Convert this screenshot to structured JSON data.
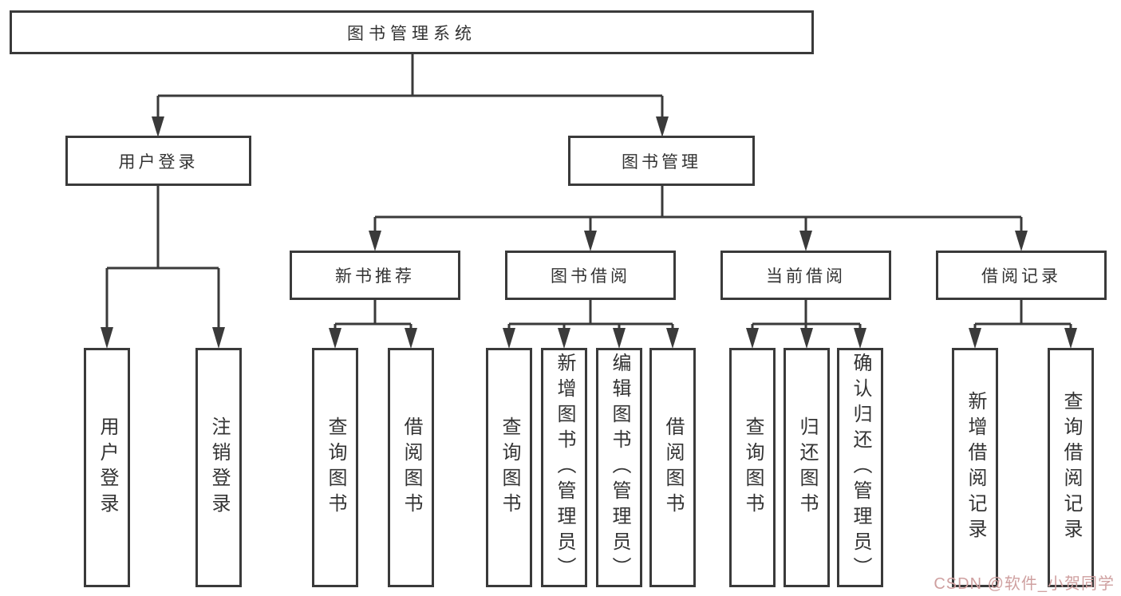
{
  "tree": {
    "root": {
      "label": "图书管理系统",
      "children": [
        {
          "label": "用户登录",
          "children": [
            {
              "label": "用户登录"
            },
            {
              "label": "注销登录"
            }
          ]
        },
        {
          "label": "图书管理",
          "children": [
            {
              "label": "新书推荐",
              "children": [
                {
                  "label": "查询图书"
                },
                {
                  "label": "借阅图书"
                }
              ]
            },
            {
              "label": "图书借阅",
              "children": [
                {
                  "label": "查询图书"
                },
                {
                  "label": "新增图书（管理员）"
                },
                {
                  "label": "编辑图书（管理员）"
                },
                {
                  "label": "借阅图书"
                }
              ]
            },
            {
              "label": "当前借阅",
              "children": [
                {
                  "label": "查询图书"
                },
                {
                  "label": "归还图书"
                },
                {
                  "label": "确认归还（管理员）"
                }
              ]
            },
            {
              "label": "借阅记录",
              "children": [
                {
                  "label": "新增借阅记录"
                },
                {
                  "label": "查询借阅记录"
                }
              ]
            }
          ]
        }
      ]
    }
  },
  "watermark": {
    "text": "CSDN @软件_小贺同学"
  },
  "colors": {
    "line": "#3a3a3a",
    "text": "#333333",
    "box_bg": "#ffffff",
    "page_bg": "#ffffff",
    "watermark": "#cfa0a0"
  }
}
